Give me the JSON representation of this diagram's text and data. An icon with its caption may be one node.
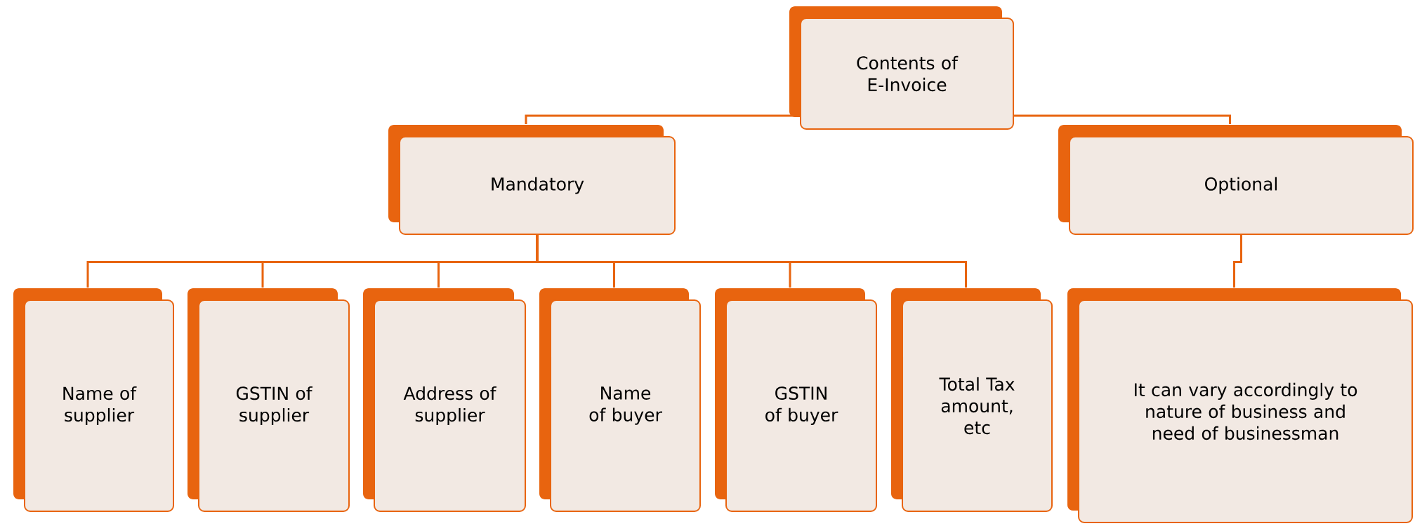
{
  "diagram": {
    "nodes": [
      {
        "text": [
          "Contents of E-Invoice"
        ]
      },
      {
        "text": [
          "Mandatory"
        ]
      },
      {
        "text": [
          "Optional"
        ]
      },
      {
        "text": [
          "Name of supplier"
        ]
      },
      {
        "text": [
          "GSTIN of supplier"
        ]
      },
      {
        "text": [
          "Address of supplier"
        ]
      },
      {
        "text": [
          "Name of buyer"
        ]
      },
      {
        "text": [
          "GSTIN of buyer"
        ]
      },
      {
        "text": [
          "Total Tax amount, etc"
        ]
      },
      {
        "text": [
          "It can vary accordingly to nature of business and need of businessman"
        ]
      }
    ],
    "edges": [
      {
        "from": 0,
        "to": 1,
        "arrow": "none"
      },
      {
        "from": 0,
        "to": 2,
        "arrow": "none"
      },
      {
        "from": 1,
        "to": 3,
        "arrow": "none"
      },
      {
        "from": 1,
        "to": 4,
        "arrow": "none"
      },
      {
        "from": 1,
        "to": 5,
        "arrow": "none"
      },
      {
        "from": 1,
        "to": 6,
        "arrow": "none"
      },
      {
        "from": 1,
        "to": 7,
        "arrow": "none"
      },
      {
        "from": 1,
        "to": 8,
        "arrow": "none"
      },
      {
        "from": 2,
        "to": 9,
        "arrow": "none"
      }
    ]
  }
}
